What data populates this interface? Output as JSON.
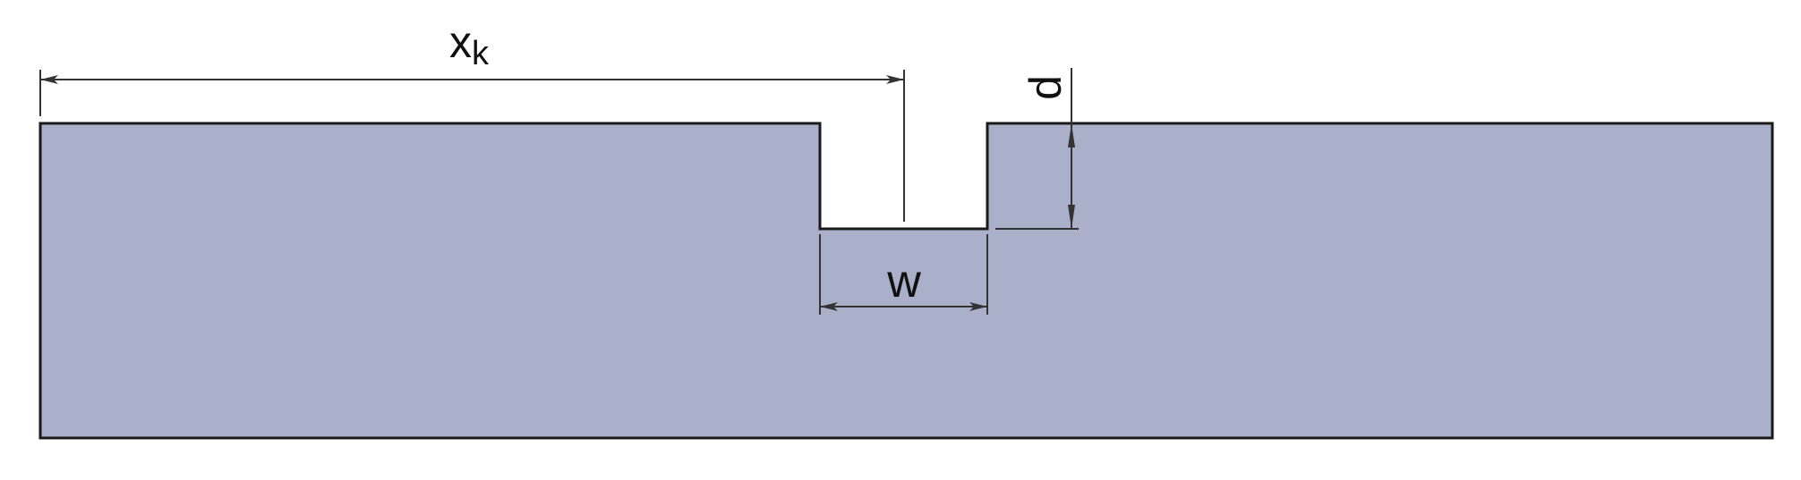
{
  "colors": {
    "body_fill": "#aab0c9",
    "outline": "#1a1a1a",
    "dimension_line": "#333333",
    "background": "#ffffff"
  },
  "labels": {
    "xk_main": "x",
    "xk_sub": "k",
    "depth": "d",
    "width": "w"
  }
}
